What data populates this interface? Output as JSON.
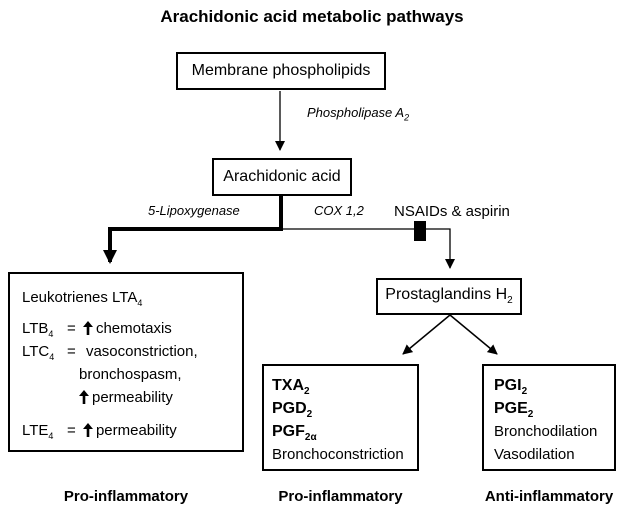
{
  "title": "Arachidonic acid metabolic pathways",
  "nodes": {
    "membrane": "Membrane phospholipids",
    "arachidonic": "Arachidonic acid",
    "prostaglandins": {
      "text": "Prostaglandins H",
      "sub": "2"
    }
  },
  "enzymes": {
    "phospholipase": {
      "text": "Phospholipase A",
      "sub": "2"
    },
    "lipoxygenase": "5-Lipoxygenase",
    "cox": "COX 1,2",
    "nsaids": "NSAIDs & aspirin"
  },
  "leukotrienes": {
    "heading": {
      "text": "Leukotrienes LTA",
      "sub": "4"
    },
    "ltb": {
      "label": "LTB",
      "sub": "4",
      "eq": "=",
      "effect": "chemotaxis"
    },
    "ltc": {
      "label": "LTC",
      "sub": "4",
      "eq": "=",
      "effect1": "vasoconstriction,",
      "effect2": "bronchospasm,",
      "effect3": "permeability"
    },
    "lte": {
      "label": "LTE",
      "sub": "4",
      "eq": "=",
      "effect": "permeability"
    }
  },
  "pro_box": {
    "items": [
      {
        "text": "TXA",
        "sub": "2"
      },
      {
        "text": "PGD",
        "sub": "2"
      },
      {
        "text": "PGF",
        "sub": "2α"
      }
    ],
    "effect": "Bronchoconstriction"
  },
  "anti_box": {
    "items": [
      {
        "text": "PGI",
        "sub": "2"
      },
      {
        "text": "PGE",
        "sub": "2"
      }
    ],
    "effects": [
      "Bronchodilation",
      "Vasodilation"
    ]
  },
  "footers": [
    "Pro-inflammatory",
    "Pro-inflammatory",
    "Anti-inflammatory"
  ],
  "colors": {
    "line": "#000000",
    "background": "#ffffff"
  },
  "icons": {
    "increase": "up-arrow-icon",
    "block": "inhibition-bar-icon"
  }
}
